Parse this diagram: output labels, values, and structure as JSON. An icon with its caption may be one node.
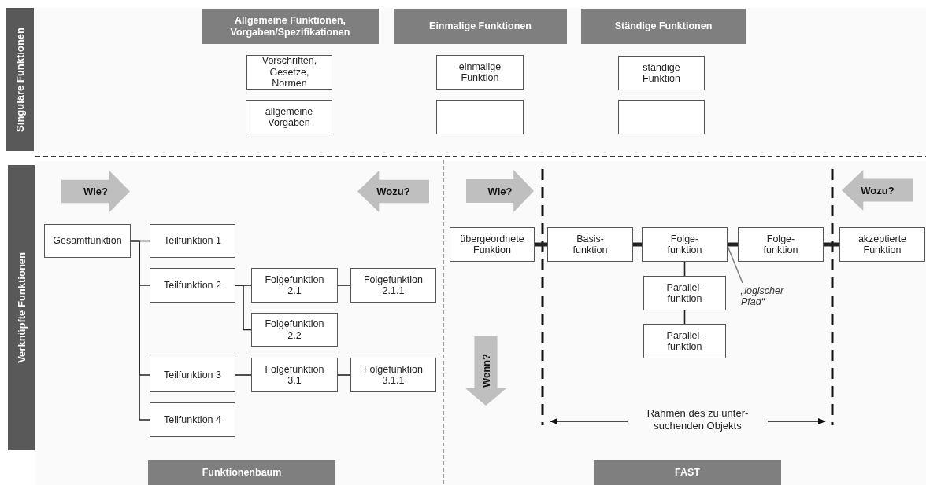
{
  "diagram": {
    "nodes": [
      {
        "text": [
          "Singuläre Funktionen"
        ]
      },
      {
        "text": [
          "Allgemeine Funktionen, Vorgaben/Spezifikationen"
        ]
      },
      {
        "text": [
          "Einmalige Funktionen"
        ]
      },
      {
        "text": [
          "Ständige Funktionen"
        ]
      },
      {
        "text": [
          "Vorschriften, Gesetze, Normen"
        ]
      },
      {
        "text": [
          "einmalige Funktion"
        ]
      },
      {
        "text": [
          "ständige Funktion"
        ]
      },
      {
        "text": [
          "allgemeine Vorgaben"
        ]
      },
      {
        "text": [],
        "shape": "box"
      },
      {
        "text": [],
        "shape": "box"
      },
      {
        "text": [
          "Verknüpfte Funktionen"
        ]
      },
      {
        "text": [
          "Wie?"
        ]
      },
      {
        "text": [
          "Wozu?"
        ]
      },
      {
        "text": [
          "Gesamtfunktion"
        ]
      },
      {
        "text": [
          "Teilfunktion 1"
        ]
      },
      {
        "text": [
          "Teilfunktion 2"
        ]
      },
      {
        "text": [
          "Folgefunktion 2.1"
        ]
      },
      {
        "text": [
          "Folgefunktion 2.1.1"
        ]
      },
      {
        "text": [
          "Folgefunktion 2.2"
        ]
      },
      {
        "text": [
          "Teilfunktion 3"
        ]
      },
      {
        "text": [
          "Folgefunktion 3.1"
        ]
      },
      {
        "text": [
          "Folgefunktion 3.1.1"
        ]
      },
      {
        "text": [
          "Teilfunktion 4"
        ]
      },
      {
        "text": [
          "Funktionenbaum"
        ]
      },
      {
        "text": [
          "Wie?"
        ]
      },
      {
        "text": [
          "Wozu?"
        ]
      },
      {
        "text": [
          "übergeordnete Funktion"
        ]
      },
      {
        "text": [
          "Basis- funktion"
        ]
      },
      {
        "text": [
          "Folge- funktion"
        ]
      },
      {
        "text": [
          "Folge- funktion"
        ]
      },
      {
        "text": [
          "akzeptierte Funktion"
        ]
      },
      {
        "text": [
          "Parallel- funktion"
        ]
      },
      {
        "text": [
          "Parallel- funktion"
        ]
      },
      {
        "text": [
          "Wenn?"
        ]
      },
      {
        "text": [
          "„logischer Pfad“"
        ]
      },
      {
        "text": [
          "FAST"
        ]
      }
    ],
    "edges": [
      {
        "from": 13,
        "to": 14,
        "arrow": "none"
      },
      {
        "from": 13,
        "to": 15,
        "arrow": "none"
      },
      {
        "from": 13,
        "to": 19,
        "arrow": "none"
      },
      {
        "from": 13,
        "to": 22,
        "arrow": "none"
      },
      {
        "from": 15,
        "to": 16,
        "arrow": "none"
      },
      {
        "from": 15,
        "to": 18,
        "arrow": "none"
      },
      {
        "from": 16,
        "to": 17,
        "arrow": "none"
      },
      {
        "from": 19,
        "to": 20,
        "arrow": "none"
      },
      {
        "from": 20,
        "to": 21,
        "arrow": "none"
      },
      {
        "from": 26,
        "to": 27,
        "arrow": "none",
        "style": "thick"
      },
      {
        "from": 27,
        "to": 28,
        "arrow": "none",
        "style": "thick"
      },
      {
        "from": 28,
        "to": 29,
        "arrow": "none",
        "style": "thick"
      },
      {
        "from": 29,
        "to": 30,
        "arrow": "none",
        "style": "thick"
      },
      {
        "from": 28,
        "to": 31,
        "arrow": "none"
      },
      {
        "from": 31,
        "to": 32,
        "arrow": "none"
      },
      {
        "from": 34,
        "to": 28,
        "arrow": "none",
        "color": "#808080"
      }
    ],
    "labels": [
      "Rahmen des zu unter- suchenden Objekts"
    ]
  }
}
